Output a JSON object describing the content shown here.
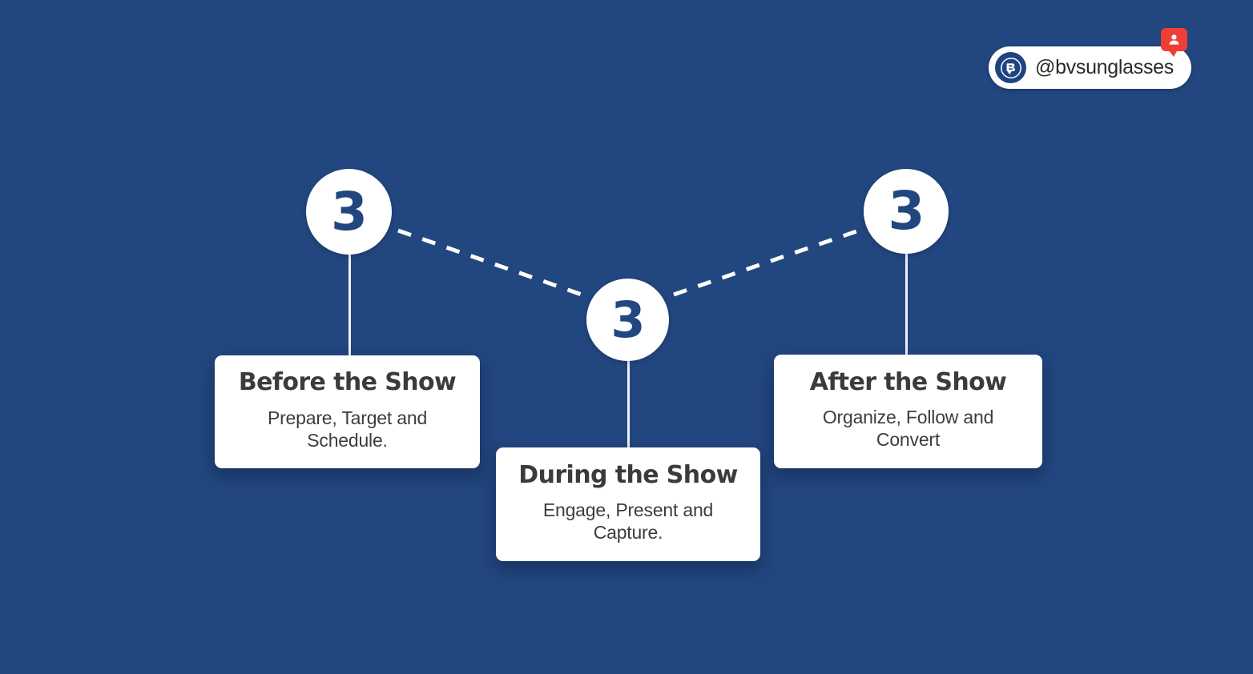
{
  "theme": {
    "background_color": "#22467f",
    "card_background": "#ffffff",
    "accent_number_color": "#22467f",
    "title_color": "#3b3b3b",
    "notification_color": "#ef3e33",
    "connector_color": "#ffffff"
  },
  "badge": {
    "handle": "@bvsunglasses",
    "logo_monogram": "BV",
    "logo_icon_name": "bv-monogram-logo",
    "notification_icon_name": "person-add-notification-icon"
  },
  "steps": [
    {
      "number": "3",
      "title": "Before the Show",
      "subtitle": "Prepare, Target and Schedule."
    },
    {
      "number": "3",
      "title": "During the Show",
      "subtitle": "Engage, Present and Capture."
    },
    {
      "number": "3",
      "title": "After the Show",
      "subtitle": "Organize, Follow and Convert"
    }
  ],
  "connectors": {
    "style": "dashed",
    "segments": [
      {
        "from": "step-1",
        "to": "step-2"
      },
      {
        "from": "step-2",
        "to": "step-3"
      }
    ]
  }
}
